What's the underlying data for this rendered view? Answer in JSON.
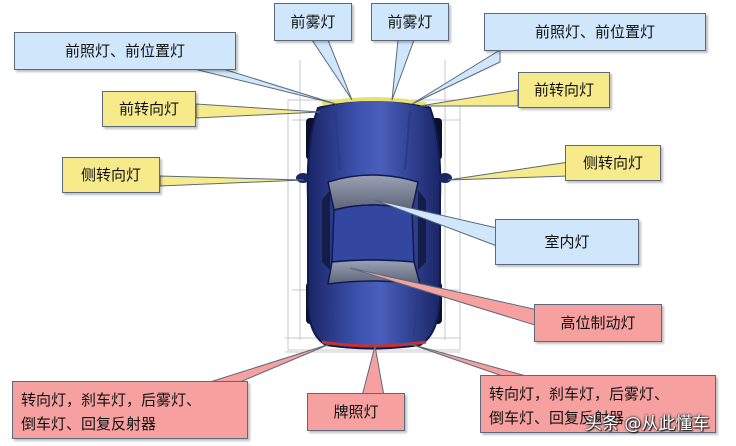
{
  "colors": {
    "blue_box": "#cfe6fb",
    "yellow_box": "#f7ea8a",
    "red_box": "#f6a0a0",
    "car_body": "#2c3c8c",
    "car_dark": "#0f1a4e"
  },
  "labels": {
    "front_fog_left": "前雾灯",
    "front_fog_right": "前雾灯",
    "headlight_position_left": "前照灯、前位置灯",
    "headlight_position_right": "前照灯、前位置灯",
    "front_turn_left": "前转向灯",
    "front_turn_right": "前转向灯",
    "side_turn_left": "侧转向灯",
    "side_turn_right": "侧转向灯",
    "interior": "室内灯",
    "high_brake": "高位制动灯",
    "plate": "牌照灯",
    "rear_left_line1": "转向灯，刹车灯，后雾灯、",
    "rear_left_line2": "倒车灯、回复反射器",
    "rear_right_line1": "转向灯，刹车灯，后雾灯、",
    "rear_right_line2": "倒车灯、回复反射器"
  },
  "watermark": "头条 @从此懂车"
}
